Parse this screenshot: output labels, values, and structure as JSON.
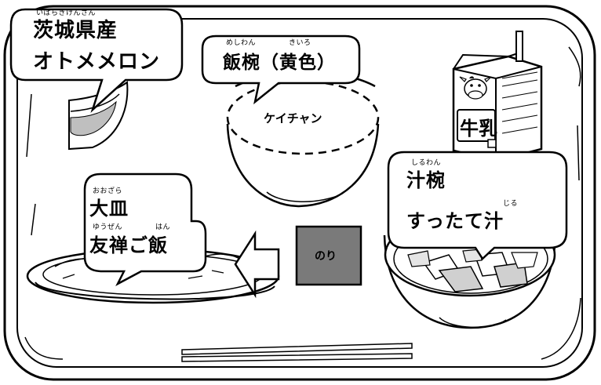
{
  "melon": {
    "ruby": "いばらきけんさん",
    "line1": "茨城県産",
    "line2": "オトメメロン"
  },
  "rice_bowl": {
    "ruby_left": "めしわん",
    "ruby_right": "きいろ",
    "title": "飯椀（黄色）",
    "content": "ケイチャン"
  },
  "milk": {
    "label": "牛乳"
  },
  "soup_bowl": {
    "ruby": "しるわん",
    "line1": "汁椀",
    "ruby_jiru": "じる",
    "line2": "すったて汁"
  },
  "plate": {
    "ruby_top": "おおざら",
    "line1": "大皿",
    "ruby_left": "ゆうぜん",
    "ruby_right": "はん",
    "line2": "友禅ご飯"
  },
  "nori": {
    "label": "のり"
  }
}
